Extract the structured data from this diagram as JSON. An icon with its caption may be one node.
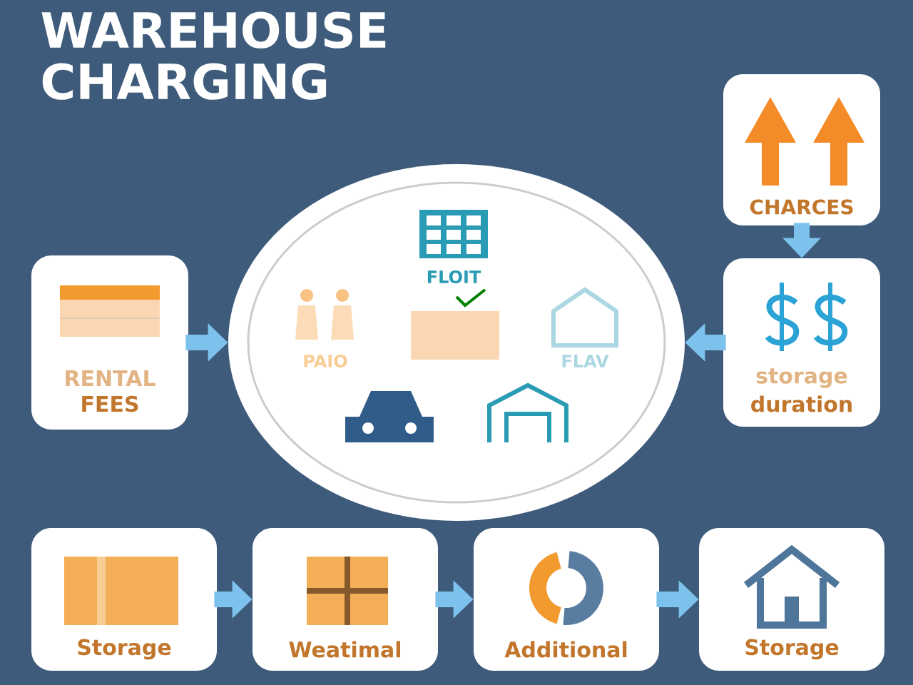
{
  "diagram": {
    "title": "WAREHOUSE CHARGING",
    "nodes": [
      {
        "text": [
          "RENTAL",
          "FEES"
        ]
      },
      {
        "text": [
          "FLOIT",
          "PAIO",
          "FLAV"
        ]
      },
      {
        "text": [
          "CHARCES"
        ]
      },
      {
        "text": [
          "storage",
          "duration"
        ]
      },
      {
        "text": [
          "Storage"
        ]
      },
      {
        "text": [
          "Weatimal"
        ]
      },
      {
        "text": [
          "Additional"
        ]
      },
      {
        "text": [
          "Storage"
        ]
      }
    ],
    "edges": [
      {
        "from": 0,
        "to": 1,
        "arrow": "to"
      },
      {
        "from": 3,
        "to": 1,
        "arrow": "to"
      },
      {
        "from": 2,
        "to": 3,
        "arrow": "to"
      },
      {
        "from": 4,
        "to": 5,
        "arrow": "to"
      },
      {
        "from": 5,
        "to": 6,
        "arrow": "to"
      },
      {
        "from": 6,
        "to": 7,
        "arrow": "to"
      }
    ]
  }
}
